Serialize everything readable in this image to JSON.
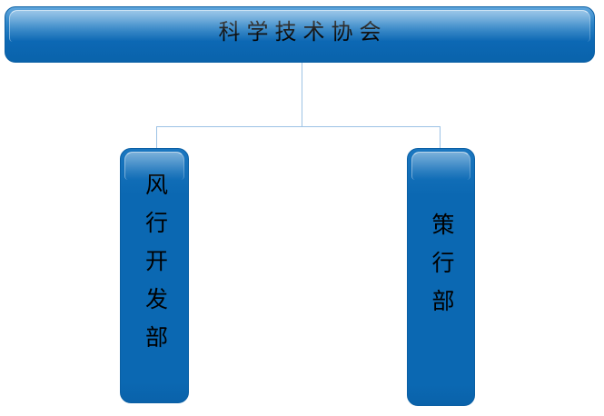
{
  "diagram": {
    "type": "org-chart",
    "root": {
      "label": "科学技术协会"
    },
    "children": [
      {
        "label": "风行开发部"
      },
      {
        "label": "策行部"
      }
    ]
  },
  "colors": {
    "node_fill": "#0B68B2",
    "node_highlight_top": "#61A7DD",
    "node_border": "#0A5FA4",
    "connector_line": "#9CC2E5",
    "text": "#000000",
    "background": "#FFFFFF"
  }
}
